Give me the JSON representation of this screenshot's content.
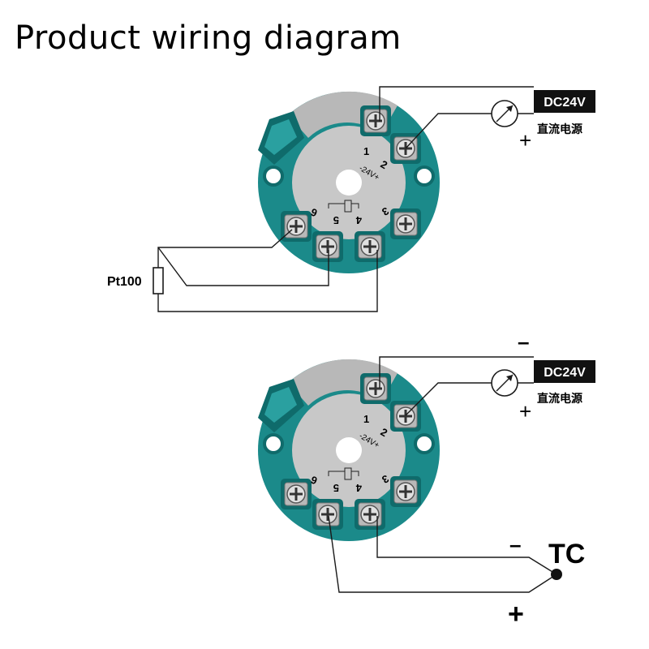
{
  "title": "Product wiring diagram",
  "module": {
    "terminal_numbers": [
      "1",
      "2",
      "3",
      "4",
      "5",
      "6"
    ],
    "center_text": "-24V+"
  },
  "power": {
    "label": "DC24V",
    "sublabel": "直流电源",
    "plus": "+",
    "minus": "–"
  },
  "rtd": {
    "label": "Pt100"
  },
  "thermocouple": {
    "label": "TC",
    "minus": "–",
    "plus": "+"
  },
  "colors": {
    "housing": "#1b8a8a",
    "housing_dark": "#0f6b6b",
    "face": "#c8c8c8",
    "screw": "#d9d9d9",
    "badge": "#111111"
  }
}
